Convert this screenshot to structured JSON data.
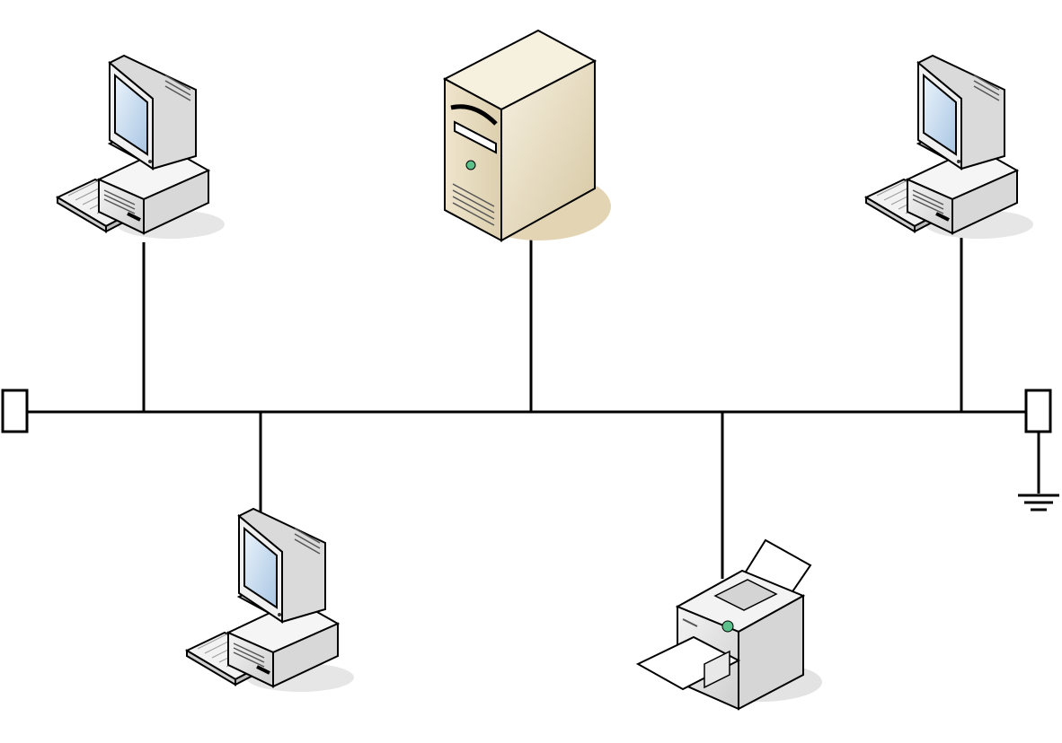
{
  "diagram": {
    "topology": "bus",
    "colors": {
      "background": "#ffffff",
      "line": "#000000",
      "server_body": "#e8dcc0",
      "server_shadow": "#d8c8a0",
      "device_body": "#e6e6e6",
      "screen": "#cfe0f0",
      "led_green": "#5cc08a",
      "shadow": "#dddddd"
    },
    "nodes": [
      {
        "id": "workstation-top-left",
        "type": "workstation",
        "icon": "desktop-computer-icon"
      },
      {
        "id": "file-server",
        "type": "server",
        "icon": "tower-server-icon"
      },
      {
        "id": "workstation-top-right",
        "type": "workstation",
        "icon": "desktop-computer-icon"
      },
      {
        "id": "workstation-bottom",
        "type": "workstation",
        "icon": "desktop-computer-icon"
      },
      {
        "id": "network-printer",
        "type": "printer",
        "icon": "printer-icon"
      }
    ],
    "bus": {
      "terminators": [
        "left-terminator",
        "right-terminator"
      ],
      "ground": "ground-symbol"
    }
  }
}
